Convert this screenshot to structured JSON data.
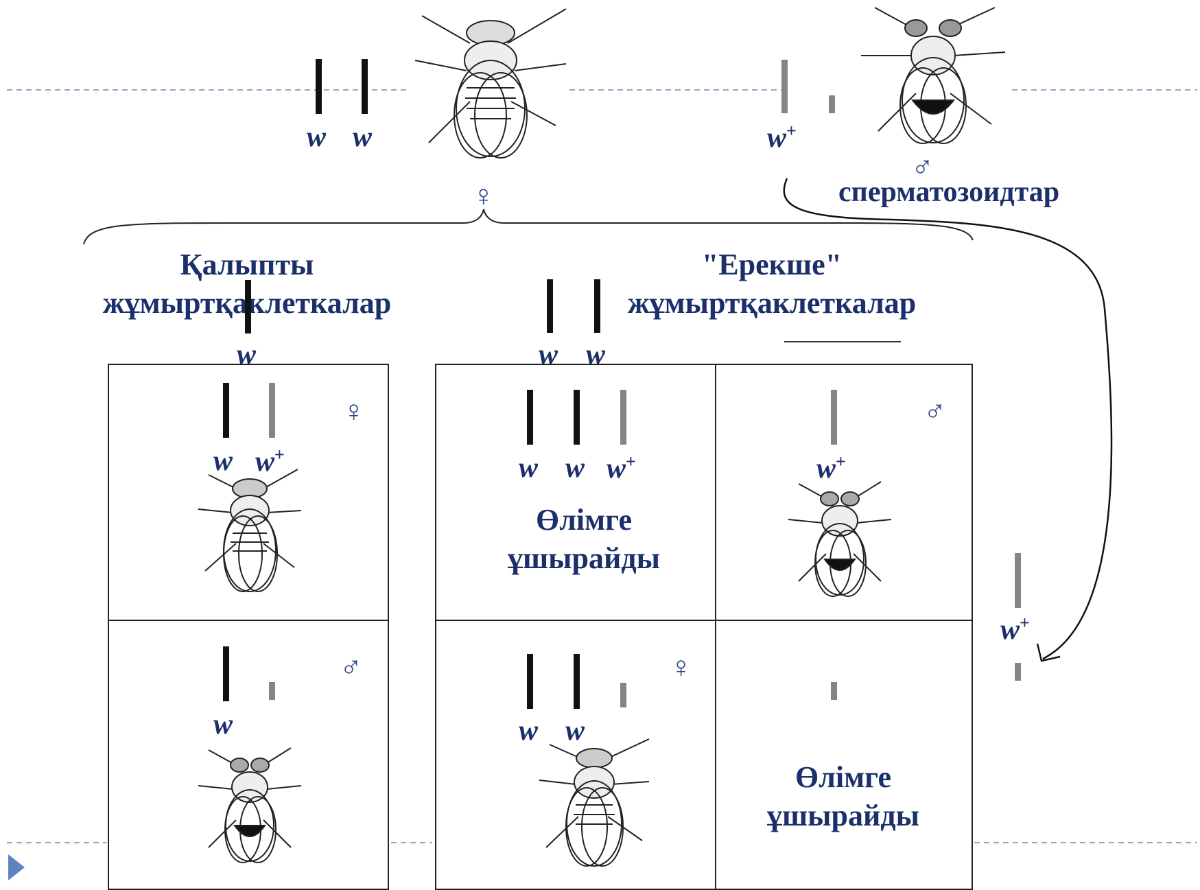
{
  "titles": {
    "normal": "Қалыпты жұмыртқаклеткалар",
    "special": "\"Ерекше\" жұмыртқаклеткалар",
    "sperm": "сперматозоидтар"
  },
  "genes": {
    "w": "w",
    "wplus_base": "w",
    "plus": "+"
  },
  "symbols": {
    "female": "♀",
    "male": "♂"
  },
  "results": {
    "lethal": "Өлімге ұшырайды"
  },
  "colors": {
    "text": "#1b2f6b",
    "symbol": "#2e4a8a",
    "chromosome_normal": "#111111",
    "chromosome_y": "#858585",
    "guide_dash": "#8ea6c9",
    "bullet": "#5d84c0"
  },
  "icons": [
    "fly-female-icon",
    "fly-male-icon",
    "play-bullet-icon"
  ]
}
